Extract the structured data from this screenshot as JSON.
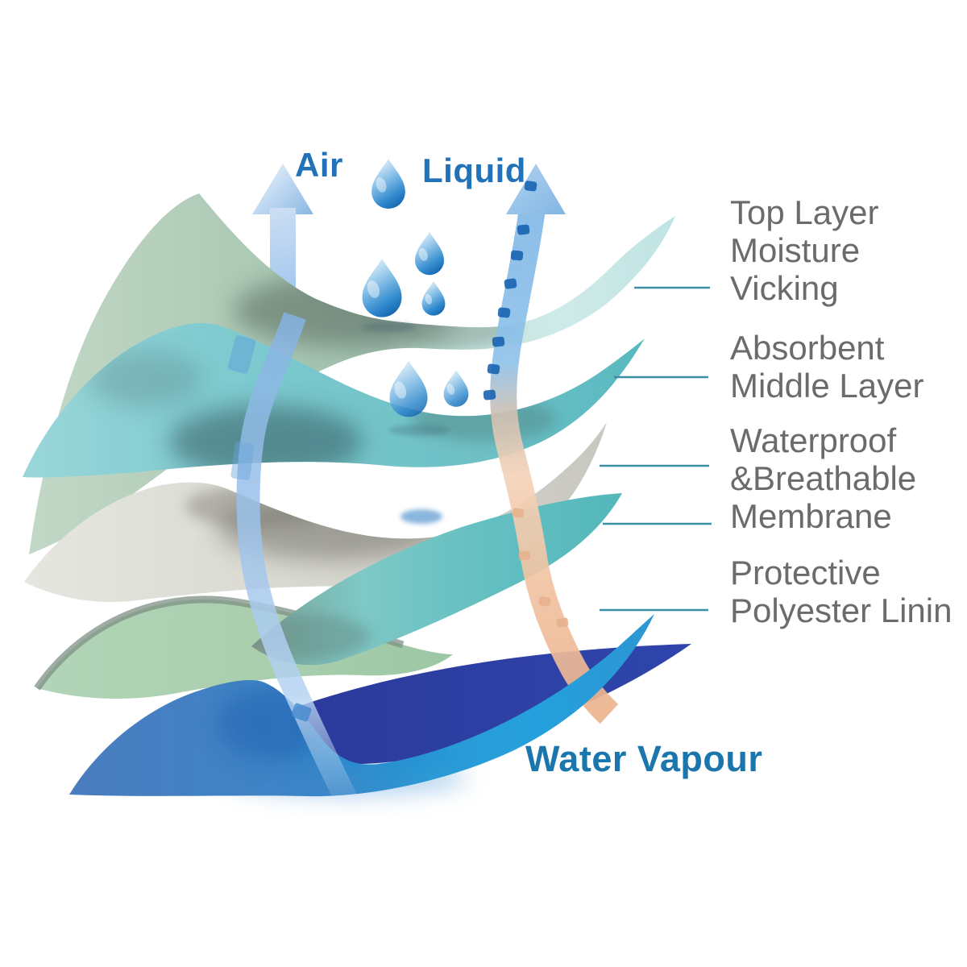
{
  "figure": {
    "type": "layered-fabric-diagram",
    "flow_labels": {
      "air": "Air",
      "liquid": "Liquid",
      "water_vapour": "Water Vapour"
    },
    "layer_labels": [
      {
        "id": "top-layer",
        "lines": [
          "Top Layer",
          "Moisture",
          "Vicking"
        ]
      },
      {
        "id": "absorbent-middle-layer",
        "lines": [
          "Absorbent",
          "Middle Layer"
        ]
      },
      {
        "id": "waterproof-breathable-membrane",
        "lines": [
          "Waterproof",
          "&Breathable",
          "Membrane"
        ]
      },
      {
        "id": "protective-polyester-lining",
        "lines": [
          "Protective",
          "Polyester Linin"
        ]
      }
    ],
    "colors": {
      "label_text": "#6a6b6d",
      "flow_label_text": "#2272b8",
      "water_vapour_text": "#1a76ac",
      "leader_line": "#3d8fa3",
      "top_layer_green": "#a9c7b2",
      "top_layer_tip_teal": "#cfe9e7",
      "absorbent_layer_teal": "#74c5ca",
      "membrane_gray": "#d9d9d2",
      "lining_layer_teal": "#66c0c2",
      "under_layer_green": "#a8cead",
      "bottom_layer_blue": "#3a86c8",
      "bottom_layer_navy": "#2c3a9c",
      "air_arrow_blue": "#a8caee",
      "vapour_ribbon_peach": "#efbf9d",
      "droplet_blue": "#2e88cc"
    }
  }
}
